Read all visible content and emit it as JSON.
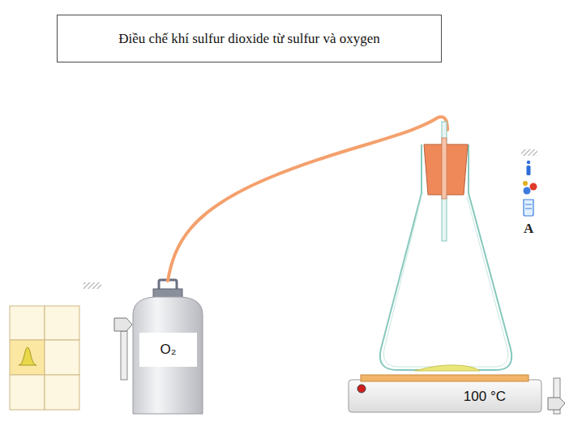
{
  "diagram": {
    "title": "Điều chế khí sulfur dioxide từ sulfur và oxygen",
    "nodes": [
      {
        "text": [
          "O₂"
        ]
      },
      {
        "text": [
          "100 °C"
        ]
      }
    ],
    "labels": [
      "A"
    ]
  }
}
